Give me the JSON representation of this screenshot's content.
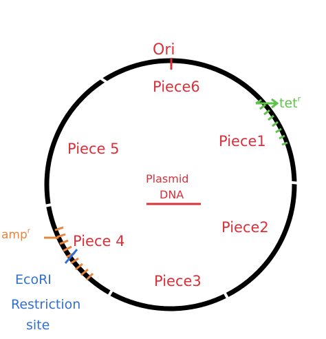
{
  "diagram": {
    "center_title_line1": "Plasmid",
    "center_title_line2": "DNA",
    "origin_label": "Ori",
    "pieces": [
      "Piece1",
      "Piece2",
      "Piece3",
      "Piece 4",
      "Piece 5",
      "Piece6"
    ],
    "markers": {
      "tet": "tet",
      "tet_sup": "r",
      "amp": "amp",
      "amp_sup": "r",
      "ecori_line1": "EcoRI",
      "ecori_line2": "Restriction",
      "ecori_line3": "site"
    },
    "colors": {
      "ring": "#000000",
      "labels": "#d9303a",
      "tet_gene": "#5fc24a",
      "amp_gene": "#e8843a",
      "ecori": "#2f6fd6"
    }
  }
}
